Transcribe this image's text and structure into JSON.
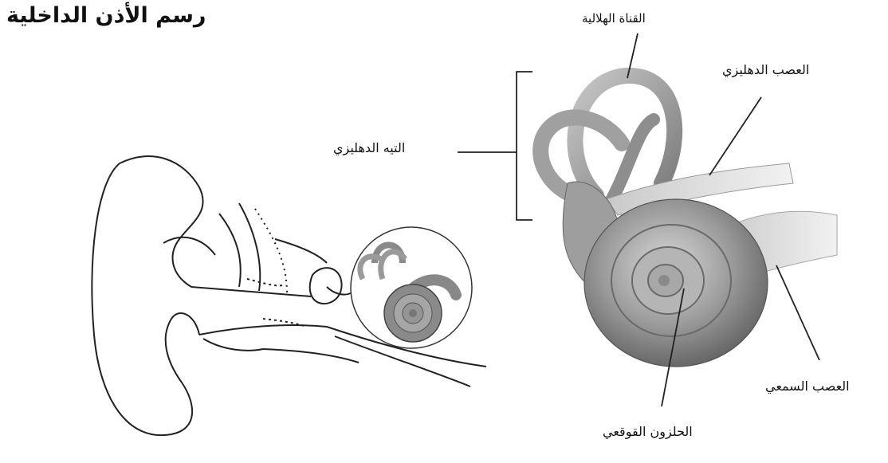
{
  "diagram": {
    "title": "رسم الأذن الداخلية",
    "labels": {
      "semicircular_canal": "القناة الهلالية",
      "vestibular_nerve": "العصب الدهليزي",
      "vestibule": "التيه الدهليزي",
      "auditory_nerve": "العصب السمعي",
      "cochlea": "الحلزون القوقعي"
    }
  }
}
